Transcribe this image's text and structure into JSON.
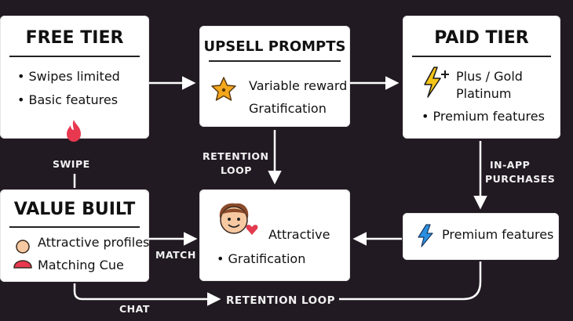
{
  "nodes": {
    "free_tier": {
      "title": "FREE TIER",
      "items": [
        "• Swipes limited",
        "• Basic features"
      ]
    },
    "upsell": {
      "title": "UPSELL PROMPTS",
      "items": [
        "Variable reward",
        "Gratification"
      ]
    },
    "paid_tier": {
      "title": "PAID TIER",
      "items": [
        "Plus / Gold",
        "Platinum",
        "• Premium features"
      ]
    },
    "value_built": {
      "title": "VALUE BUILT",
      "items": [
        "Attractive profiles",
        "Matching Cue"
      ]
    },
    "center": {
      "items": [
        "Attractive",
        "• Gratification"
      ]
    },
    "premium": {
      "items": [
        "Premium features"
      ]
    }
  },
  "edge_labels": {
    "swipe": "SWIPE",
    "retention_loop_top": [
      "RETENTION",
      "LOOP"
    ],
    "in_app": [
      "IN-APP",
      "PURCHASES"
    ],
    "match": "MATCH",
    "chat": "CHAT",
    "retention_loop_bottom": "RETENTION LOOP"
  },
  "icons": {
    "free": "flame-icon",
    "upsell": "star-icon",
    "paid": "lightning-plus-icon",
    "value": "person-icon",
    "center": "face-heart-icon",
    "premium": "lightning-icon"
  },
  "colors": {
    "background": "#221a22",
    "flame": "#e8384f",
    "star": "#f4a81d",
    "bolt": "#f5c518",
    "premium_bolt": "#2a8fe0",
    "heart": "#e23a4e"
  }
}
